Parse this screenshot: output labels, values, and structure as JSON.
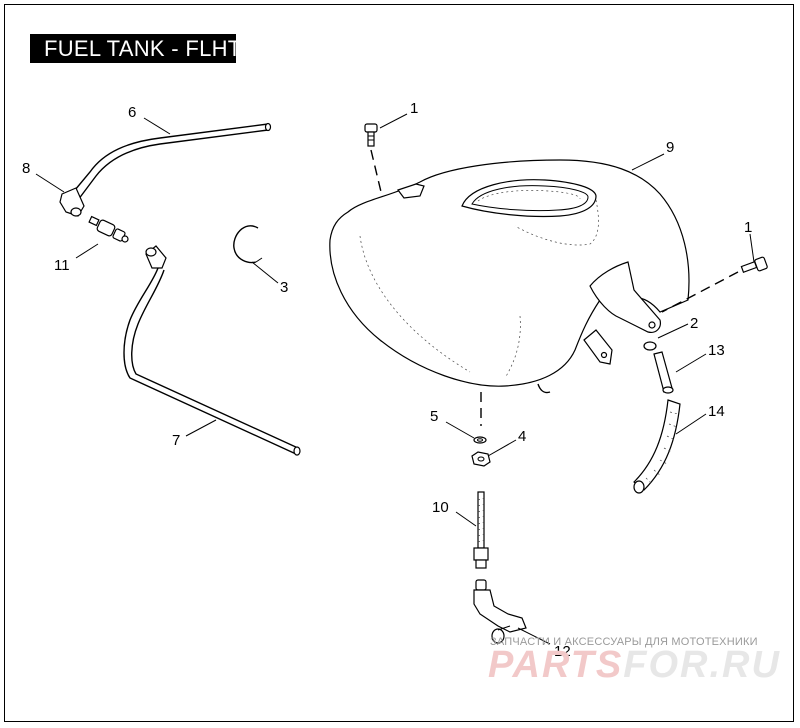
{
  "title": "FUEL TANK - FLHT",
  "callouts": {
    "c1a": "1",
    "c1b": "1",
    "c2": "2",
    "c3": "3",
    "c4": "4",
    "c5": "5",
    "c6": "6",
    "c7": "7",
    "c8": "8",
    "c9": "9",
    "c10": "10",
    "c11": "11",
    "c12": "12",
    "c13": "13",
    "c14": "14"
  },
  "watermark": {
    "tagline": "ЗАПЧАСТИ И АКСЕССУАРЫ ДЛЯ МОТОТЕХНИКИ",
    "brand_a": "PARTS",
    "brand_b": "FOR.RU"
  }
}
